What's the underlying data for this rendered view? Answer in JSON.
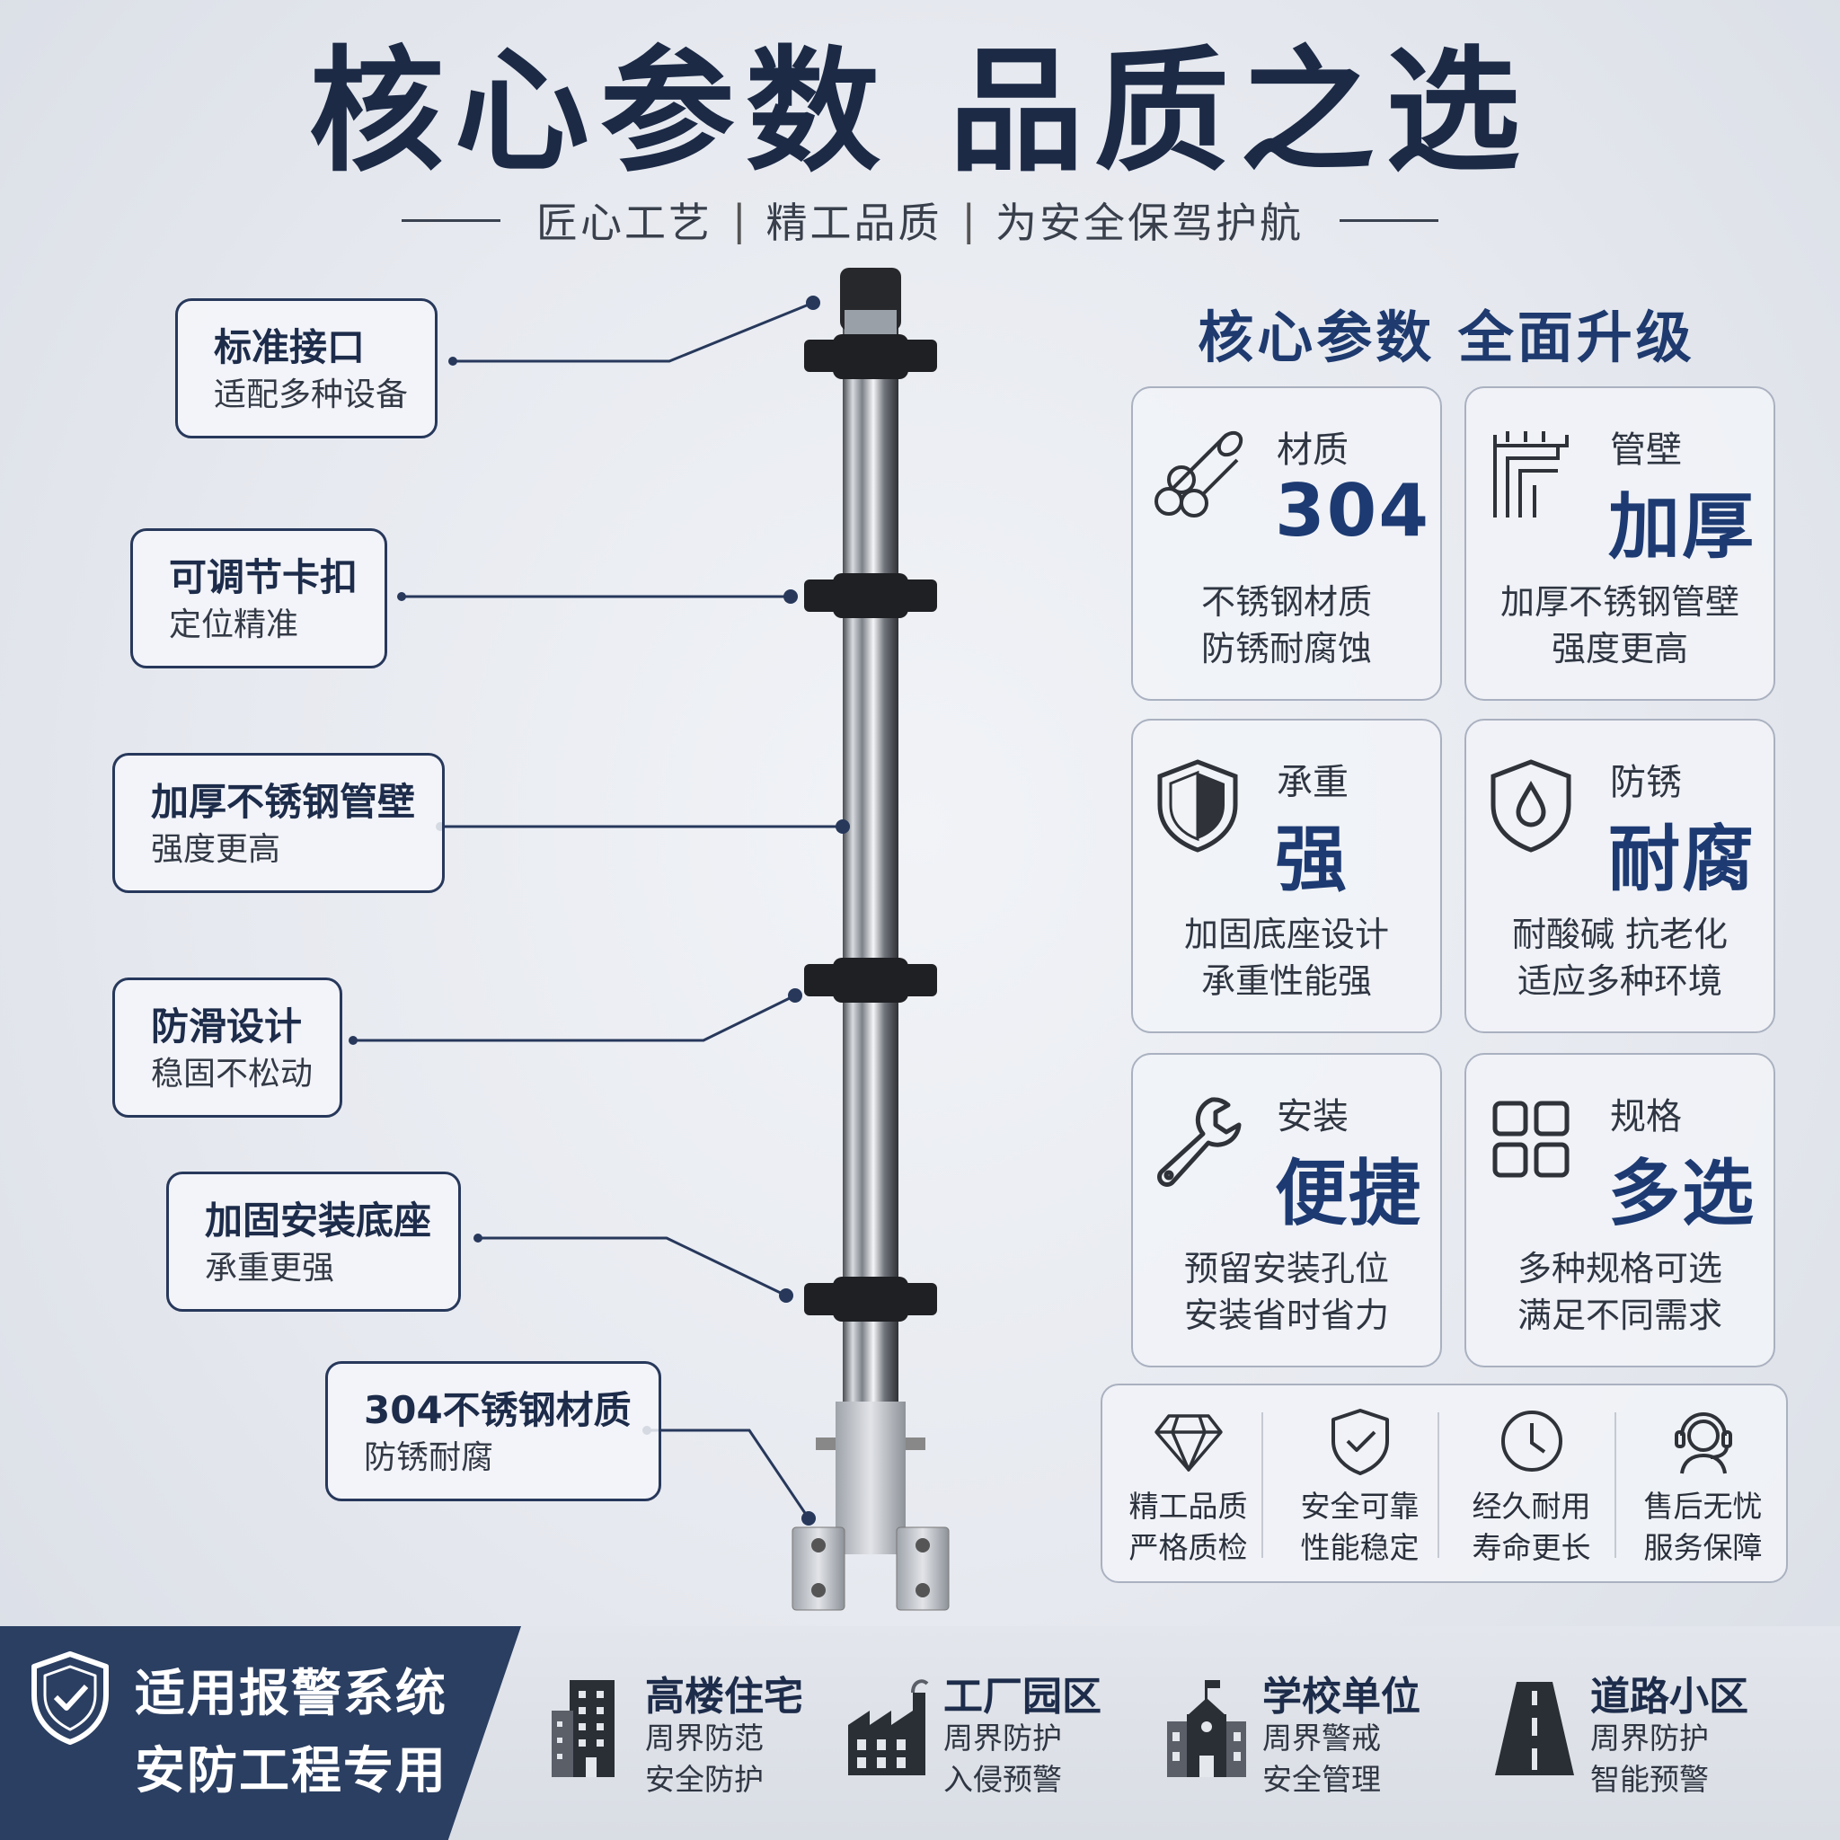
{
  "header": {
    "title": "核心参数 品质之选",
    "tagline": [
      "匠心工艺",
      "精工品质",
      "为安全保驾护航"
    ]
  },
  "callouts": [
    {
      "title": "标准接口",
      "desc": "适配多种设备"
    },
    {
      "title": "可调节卡扣",
      "desc": "定位精准"
    },
    {
      "title": "加厚不锈钢管壁",
      "desc": "强度更高"
    },
    {
      "title": "防滑设计",
      "desc": "稳固不松动"
    },
    {
      "title": "加固安装底座",
      "desc": "承重更强"
    },
    {
      "title": "304不锈钢材质",
      "desc": "防锈耐腐"
    }
  ],
  "right_title": "核心参数 全面升级",
  "cards": [
    {
      "label": "材质",
      "value": "304",
      "desc1": "不锈钢材质",
      "desc2": "防锈耐腐蚀",
      "icon": "pipes-icon"
    },
    {
      "label": "管壁",
      "value": "加厚",
      "desc1": "加厚不锈钢管壁",
      "desc2": "强度更高",
      "icon": "pipe-wall-icon"
    },
    {
      "label": "承重",
      "value": "强",
      "desc1": "加固底座设计",
      "desc2": "承重性能强",
      "icon": "shield-icon"
    },
    {
      "label": "防锈",
      "value": "耐腐",
      "desc1": "耐酸碱 抗老化",
      "desc2": "适应多种环境",
      "icon": "water-drop-shield-icon"
    },
    {
      "label": "安装",
      "value": "便捷",
      "desc1": "预留安装孔位",
      "desc2": "安装省时省力",
      "icon": "wrench-icon"
    },
    {
      "label": "规格",
      "value": "多选",
      "desc1": "多种规格可选",
      "desc2": "满足不同需求",
      "icon": "grid-icon"
    }
  ],
  "strip": [
    {
      "line1": "精工品质",
      "line2": "严格质检",
      "icon": "diamond-icon"
    },
    {
      "line1": "安全可靠",
      "line2": "性能稳定",
      "icon": "shield-check-icon"
    },
    {
      "line1": "经久耐用",
      "line2": "寿命更长",
      "icon": "clock-icon"
    },
    {
      "line1": "售后无忧",
      "line2": "服务保障",
      "icon": "headset-icon"
    }
  ],
  "footer": {
    "line1": "适用报警系统",
    "line2": "安防工程专用",
    "items": [
      {
        "title": "高楼住宅",
        "desc1": "周界防范",
        "desc2": "安全防护",
        "icon": "building-icon"
      },
      {
        "title": "工厂园区",
        "desc1": "周界防护",
        "desc2": "入侵预警",
        "icon": "factory-icon"
      },
      {
        "title": "学校单位",
        "desc1": "周界警戒",
        "desc2": "安全管理",
        "icon": "school-icon"
      },
      {
        "title": "道路小区",
        "desc1": "周界防护",
        "desc2": "智能预警",
        "icon": "road-icon"
      }
    ]
  },
  "colors": {
    "navy": "#1d3a72",
    "dark": "#1d2c4a",
    "footer_bg": "#2b3f62"
  }
}
